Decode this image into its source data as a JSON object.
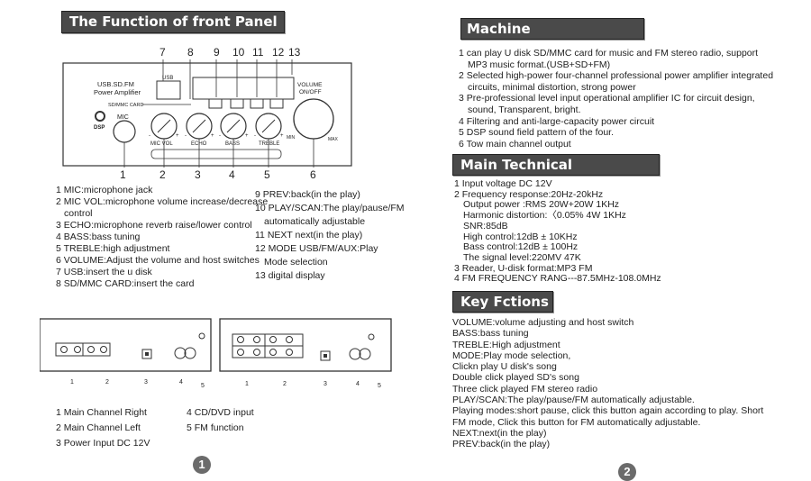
{
  "left": {
    "title": "The Function of front Panel",
    "panel_top_numbers": [
      "7",
      "8",
      "9",
      "10",
      "11",
      "12",
      "13"
    ],
    "panel_bottom_numbers": [
      "1",
      "2",
      "3",
      "4",
      "5",
      "6"
    ],
    "panel_labels": {
      "brand1": "USB.SD.FM",
      "brand2": "Power Amplifier",
      "card": "SD/MMC CARD",
      "usb": "USB",
      "mic": "MIC",
      "dsp": "DSP",
      "volume1": "VOLUME",
      "volume2": "ON/OFF",
      "max": "MAX",
      "min": "MIN",
      "mic_vol": "MIC VOL",
      "echo": "ECHO",
      "bass": "BASS",
      "treble": "TREBLE"
    },
    "functions_left": [
      "1 MIC:microphone jack",
      "2 MIC VOL:microphone volume increase/decrease",
      "control",
      "3 ECHO:microphone reverb raise/lower control",
      "4 BASS:bass tuning",
      "5 TREBLE:high adjustment",
      "6 VOLUME:Adjust the volume and host switches",
      "7 USB:insert the u disk",
      "8 SD/MMC CARD:insert the card"
    ],
    "functions_right": [
      "9 PREV:back(in the play)",
      "10 PLAY/SCAN:The play/pause/FM",
      "automatically adjustable",
      "11 NEXT next(in the play)",
      "12 MODE USB/FM/AUX:Play",
      "Mode selection",
      "13 digital display"
    ],
    "rear_numbers_small": [
      "1",
      "2",
      "3",
      "4",
      "5"
    ],
    "rear_numbers_large": [
      "1",
      "2",
      "3",
      "4",
      "5"
    ],
    "rear_left": [
      "1 Main Channel Right",
      "2 Main Channel Left",
      "3 Power Input DC 12V"
    ],
    "rear_right": [
      "4 CD/DVD input",
      "5 FM function"
    ],
    "page": "1"
  },
  "right": {
    "machine_title": "Machine Characteristics",
    "machine_lines": [
      "1 can play U disk SD/MMC card for music and FM stereo radio, support",
      "MP3 music format.(USB+SD+FM)",
      "2 Selected high-power four-channel professional power amplifier integrated",
      "circuits, minimal distortion, strong power",
      "3 Pre-professional level input operational amplifier IC for circuit design,",
      "sound, Transparent, bright.",
      "4 Filtering and anti-large-capacity power circuit",
      "5 DSP sound field pattern of the four.",
      "6 Tow main channel output"
    ],
    "tech_title": "Main Technical Parameters",
    "tech_lines": [
      "1 Input voltage DC 12V",
      "2 Frequency response:20Hz-20kHz",
      "Output power :RMS 20W+20W 1KHz",
      "Harmonic distortion:〈0.05% 4W 1KHz",
      "SNR:85dB",
      "High control:12dB ± 10KHz",
      "Bass control:12dB ± 100Hz",
      "The signal level:220MV 47K",
      "3 Reader, U-disk format:MP3 FM",
      "4 FM FREQUENCY RANG---87.5MHz-108.0MHz"
    ],
    "key_title": "Key Fctions",
    "key_lines": [
      "VOLUME:volume adjusting and host switch",
      "BASS:bass tuning",
      "TREBLE:High adjustment",
      "MODE:Play mode selection,",
      "Clickn play U disk's song",
      "Double click played SD's song",
      "Three click played FM stereo radio",
      "PLAY/SCAN:The play/pause/FM automatically adjustable.",
      "Playing modes:short pause, click this button again according to play. Short",
      "FM mode, Click this button for FM automatically adjustable.",
      "NEXT:next(in the play)",
      "PREV:back(in the play)"
    ],
    "page": "2"
  }
}
